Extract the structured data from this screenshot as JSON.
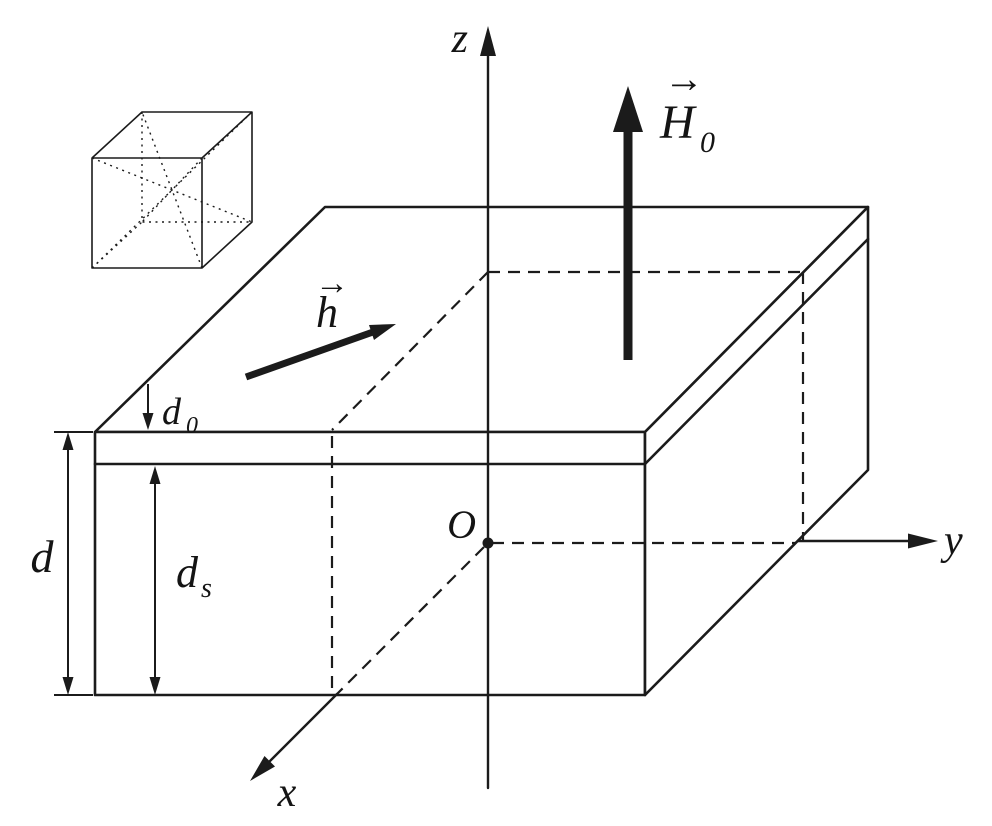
{
  "figure": {
    "axes": {
      "z": "z",
      "y": "y",
      "x": "x"
    },
    "origin_label": "O",
    "vector_arrow_glyph": "→",
    "H0_label": {
      "letter": "H",
      "subscript": "0"
    },
    "h_label": {
      "letter": "h"
    },
    "dimensions": {
      "d": "d",
      "d0": {
        "letter": "d",
        "subscript": "0"
      },
      "ds": {
        "letter": "d",
        "subscript": "s"
      }
    }
  }
}
